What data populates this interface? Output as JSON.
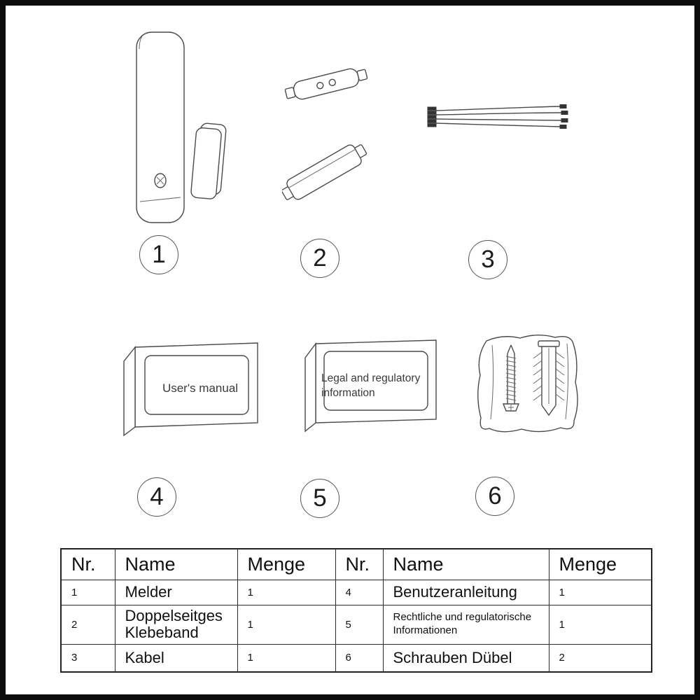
{
  "items": [
    {
      "label": "1",
      "name": "door-window-sensor"
    },
    {
      "label": "2",
      "name": "double-sided-tape"
    },
    {
      "label": "3",
      "name": "cable"
    },
    {
      "label": "4",
      "name": "users-manual"
    },
    {
      "label": "5",
      "name": "legal-regulatory-information"
    },
    {
      "label": "6",
      "name": "screws-and-dowels-bag"
    }
  ],
  "booklets": {
    "manual_text": "User's manual",
    "legal_text": "Legal and regulatory information"
  },
  "table": {
    "left": {
      "headers": [
        "Nr.",
        "Name",
        "Menge"
      ],
      "rows": [
        {
          "nr": "1",
          "name": "Melder",
          "menge": "1"
        },
        {
          "nr": "2",
          "name": "Doppelseitges Klebeband",
          "menge": "1"
        },
        {
          "nr": "3",
          "name": "Kabel",
          "menge": "1"
        }
      ]
    },
    "right": {
      "headers": [
        "Nr.",
        "Name",
        "Menge"
      ],
      "rows": [
        {
          "nr": "4",
          "name": "Benutzeranleitung",
          "menge": "1"
        },
        {
          "nr": "5",
          "name": "Rechtliche und regulatorische Informationen",
          "menge": "1"
        },
        {
          "nr": "6",
          "name": "Schrauben Dübel",
          "menge": "2"
        }
      ]
    }
  }
}
